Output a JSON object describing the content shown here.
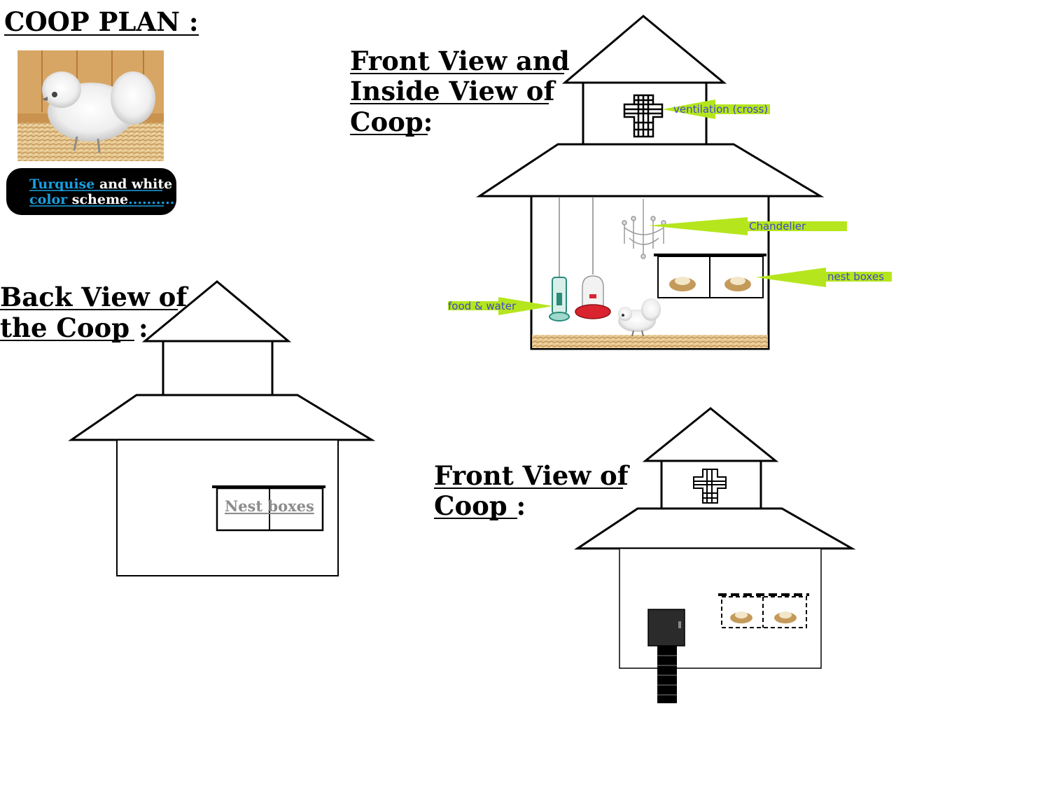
{
  "title": "COOP PLAN :",
  "color_scheme": {
    "line1": [
      "Turquise",
      "and",
      "white"
    ],
    "line2": [
      "color",
      "scheme",
      ".........."
    ],
    "turquoise": "#1a9fe0",
    "white_text": "#ffffff"
  },
  "front_inside_heading": [
    "Front View and",
    "Inside View of",
    "Coop:"
  ],
  "back_heading": [
    "Back View of",
    "the Coop :"
  ],
  "front_heading": [
    "Front View of",
    "Coop :"
  ],
  "annotations": {
    "ventilation": "ventilation (cross)",
    "chandelier": "Chandelier",
    "nest_boxes": "nest boxes",
    "food_water": "food & water"
  },
  "back_nest_label": "Nest boxes",
  "colors": {
    "arrow": "#b5e61d",
    "annotation_text": "#3f48cc",
    "line": "#000000",
    "bedding": "#d9b880"
  }
}
